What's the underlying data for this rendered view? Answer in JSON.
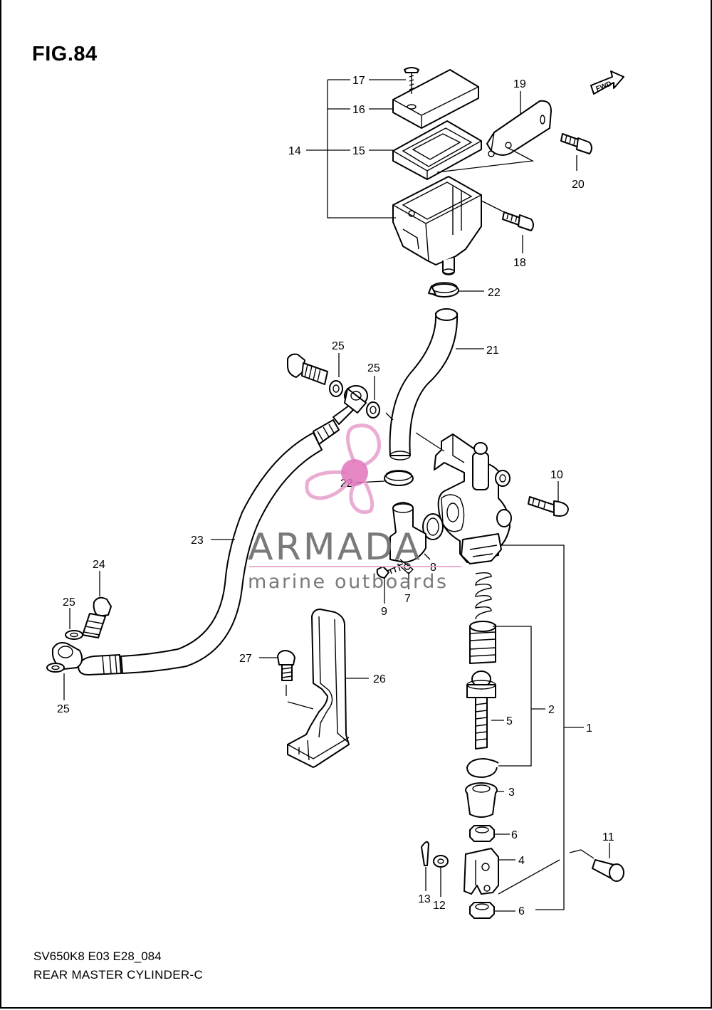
{
  "figure": {
    "title": "FIG.84",
    "model_code": "SV650K8 E03 E28_084",
    "assembly_name": "REAR MASTER CYLINDER-C"
  },
  "fwd_badge": "FWD",
  "watermark": {
    "brand": "ARMADA",
    "tagline": "marine outboards",
    "logo_color": "#e8a5cf",
    "hub_color": "#e070b8"
  },
  "callouts": [
    {
      "id": "1",
      "text": "1"
    },
    {
      "id": "2",
      "text": "2"
    },
    {
      "id": "3",
      "text": "3"
    },
    {
      "id": "4",
      "text": "4"
    },
    {
      "id": "5",
      "text": "5"
    },
    {
      "id": "6a",
      "text": "6"
    },
    {
      "id": "6b",
      "text": "6"
    },
    {
      "id": "7",
      "text": "7"
    },
    {
      "id": "8",
      "text": "8"
    },
    {
      "id": "9",
      "text": "9"
    },
    {
      "id": "10",
      "text": "10"
    },
    {
      "id": "11",
      "text": "11"
    },
    {
      "id": "12",
      "text": "12"
    },
    {
      "id": "13",
      "text": "13"
    },
    {
      "id": "14",
      "text": "14"
    },
    {
      "id": "15",
      "text": "15"
    },
    {
      "id": "16",
      "text": "16"
    },
    {
      "id": "17",
      "text": "17"
    },
    {
      "id": "18",
      "text": "18"
    },
    {
      "id": "19",
      "text": "19"
    },
    {
      "id": "20",
      "text": "20"
    },
    {
      "id": "21",
      "text": "21"
    },
    {
      "id": "22a",
      "text": "22"
    },
    {
      "id": "22b",
      "text": "22"
    },
    {
      "id": "23",
      "text": "23"
    },
    {
      "id": "24",
      "text": "24"
    },
    {
      "id": "25a",
      "text": "25"
    },
    {
      "id": "25b",
      "text": "25"
    },
    {
      "id": "25c",
      "text": "25"
    },
    {
      "id": "25d",
      "text": "25"
    },
    {
      "id": "26",
      "text": "26"
    },
    {
      "id": "27",
      "text": "27"
    }
  ]
}
